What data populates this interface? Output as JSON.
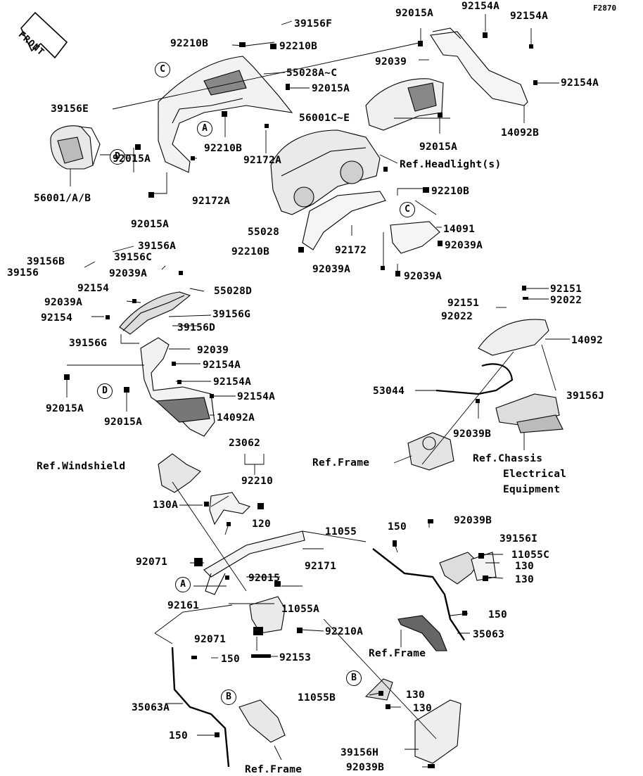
{
  "figure_code": "F2870",
  "front_label": "FRONT",
  "callouts": [
    "A",
    "B",
    "C",
    "D"
  ],
  "parts": {
    "p39156F": "39156F",
    "p92015A_a": "92015A",
    "p92154A_a": "92154A",
    "p92154A_b": "92154A",
    "p92210B_a": "92210B",
    "p92210B_b": "92210B",
    "p92039_a": "92039",
    "p55028AC": "55028A~C",
    "p92015A_b": "92015A",
    "p92154A_c": "92154A",
    "p39156E": "39156E",
    "p56001CE": "56001C~E",
    "p14092B": "14092B",
    "p92210B_c": "92210B",
    "p92015A_c": "92015A",
    "p92172A_a": "92172A",
    "p92015A_d": "92015A",
    "p56001AB": "56001/A/B",
    "p92172A_b": "92172A",
    "p92015A_e": "92015A",
    "ref_headlight": "Ref.Headlight(s)",
    "p92210B_d": "92210B",
    "p14091": "14091",
    "p55028": "55028",
    "p92172": "92172",
    "p92039A_a": "92039A",
    "p92210B_e": "92210B",
    "p92039A_b": "92039A",
    "p92039A_c": "92039A",
    "p39156A": "39156A",
    "p39156B": "39156B",
    "p39156C": "39156C",
    "p39156": "39156",
    "p92039A_d": "92039A",
    "p92154_a": "92154",
    "p55028D": "55028D",
    "p92039A_e": "92039A",
    "p92154_b": "92154",
    "p39156G_a": "39156G",
    "p39156D": "39156D",
    "p39156G_b": "39156G",
    "p92039_b": "92039",
    "p92154A_d": "92154A",
    "p92154A_e": "92154A",
    "p92015A_f": "92015A",
    "p92015A_g": "92015A",
    "p92154A_f": "92154A",
    "p14092A": "14092A",
    "p92151_a": "92151",
    "p92151_b": "92151",
    "p92022_a": "92022",
    "p92022_b": "92022",
    "p14092": "14092",
    "p53044": "53044",
    "p39156J": "39156J",
    "p92039B_a": "92039B",
    "ref_frame_a": "Ref.Frame",
    "ref_chassis_1": "Ref.Chassis",
    "ref_chassis_2": "Electrical",
    "ref_chassis_3": "Equipment",
    "p23062": "23062",
    "ref_windshield": "Ref.Windshield",
    "p92210": "92210",
    "p130A": "130A",
    "p120": "120",
    "p11055": "11055",
    "p150_a": "150",
    "p92039B_b": "92039B",
    "p39156I": "39156I",
    "p11055C": "11055C",
    "p130_a": "130",
    "p130_b": "130",
    "p92071_a": "92071",
    "p92171": "92171",
    "p92015": "92015",
    "p92161": "92161",
    "p11055A": "11055A",
    "p150_b": "150",
    "p92071_b": "92071",
    "p92210A": "92210A",
    "p35063": "35063",
    "ref_frame_b": "Ref.Frame",
    "p92153": "92153",
    "p150_c": "150",
    "p11055B": "11055B",
    "p130_c": "130",
    "p130_d": "130",
    "p35063A": "35063A",
    "p150_d": "150",
    "ref_frame_c": "Ref.Frame",
    "p39156H": "39156H",
    "p92039B_c": "92039B"
  }
}
